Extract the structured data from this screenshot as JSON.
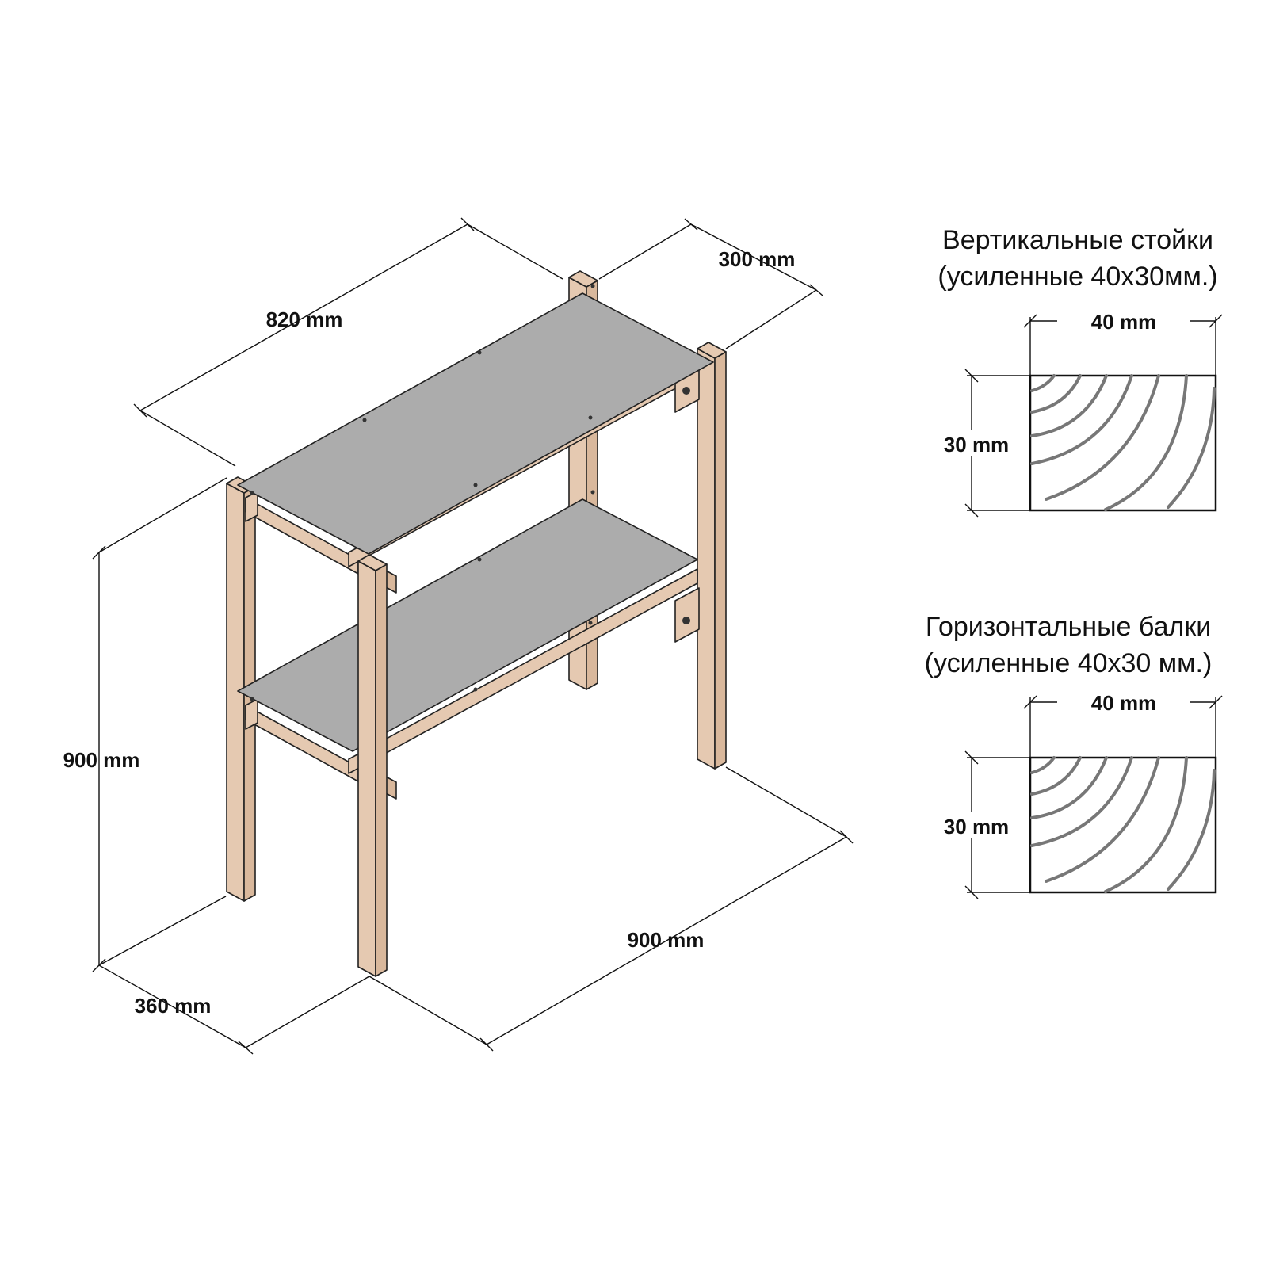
{
  "rack": {
    "width_label": "820 mm",
    "depth_label": "300 mm",
    "height_label": "900 mm",
    "base_depth_label": "360 mm",
    "base_width_label": "900 mm"
  },
  "posts": {
    "title": "Вертикальные стойки",
    "subtitle": "(усиленные 40х30мм.)",
    "width_label": "40 mm",
    "height_label": "30 mm"
  },
  "beams": {
    "title": "Горизонтальные балки",
    "subtitle": "(усиленные 40х30 мм.)",
    "width_label": "40 mm",
    "height_label": "30 mm"
  },
  "colors": {
    "wood": "#e5c9b1",
    "shelf": "#acacac",
    "line": "#111111"
  }
}
